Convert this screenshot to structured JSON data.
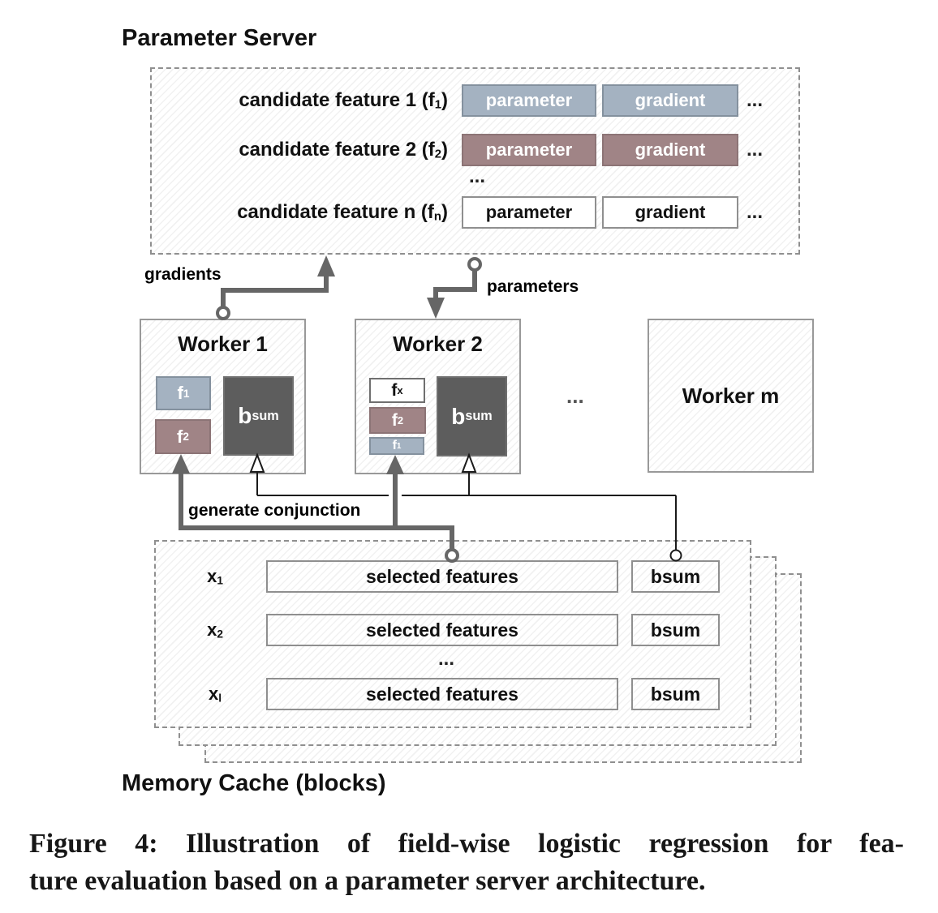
{
  "parameter_server": {
    "title": "Parameter Server",
    "rows": [
      {
        "label_pre": "candidate feature 1 (f",
        "label_sub": "1",
        "label_post": ")",
        "param_label": "parameter",
        "grad_label": "gradient",
        "dots": "...",
        "color": "#a4b2c1"
      },
      {
        "label_pre": "candidate feature 2 (f",
        "label_sub": "2",
        "label_post": ")",
        "param_label": "parameter",
        "grad_label": "gradient",
        "dots": "...",
        "color": "#a08486"
      },
      {
        "label_pre": "candidate feature n (f",
        "label_sub": "n",
        "label_post": ")",
        "param_label": "parameter",
        "grad_label": "gradient",
        "dots": "...",
        "color": "#ffffff"
      }
    ],
    "mid_dots": "..."
  },
  "flow_labels": {
    "gradients": "gradients",
    "parameters": "parameters",
    "generate_conjunction": "generate conjunction"
  },
  "workers": {
    "worker1": {
      "title": "Worker 1",
      "f1": {
        "pre": "f",
        "sub": "1"
      },
      "f2": {
        "pre": "f",
        "sub": "2"
      },
      "bsum": {
        "pre": "b",
        "sub": "sum"
      }
    },
    "worker2": {
      "title": "Worker 2",
      "fx": {
        "pre": "f",
        "sub": "x"
      },
      "f2": {
        "pre": "f",
        "sub": "2"
      },
      "f1": {
        "pre": "f",
        "sub": "1"
      },
      "bsum": {
        "pre": "b",
        "sub": "sum"
      }
    },
    "dots": "...",
    "workerm": {
      "title": "Worker m"
    }
  },
  "memory_cache": {
    "rows": [
      {
        "x_pre": "x",
        "x_sub": "1",
        "features_label": "selected features",
        "bsum_label": "bsum"
      },
      {
        "x_pre": "x",
        "x_sub": "2",
        "features_label": "selected features",
        "bsum_label": "bsum"
      },
      {
        "x_pre": "x",
        "x_sub": "l",
        "features_label": "selected features",
        "bsum_label": "bsum"
      }
    ],
    "dots": "...",
    "label": "Memory Cache (blocks)"
  },
  "caption": {
    "line1": "Figure 4: Illustration of field-wise logistic regression for fea-",
    "line2": "ture evaluation based on a parameter server architecture."
  },
  "colors": {
    "feature1_blue": "#a4b2c1",
    "feature2_mauve": "#a08486",
    "bsum_dark": "#5d5d5d",
    "arrow_gray": "#666666"
  }
}
